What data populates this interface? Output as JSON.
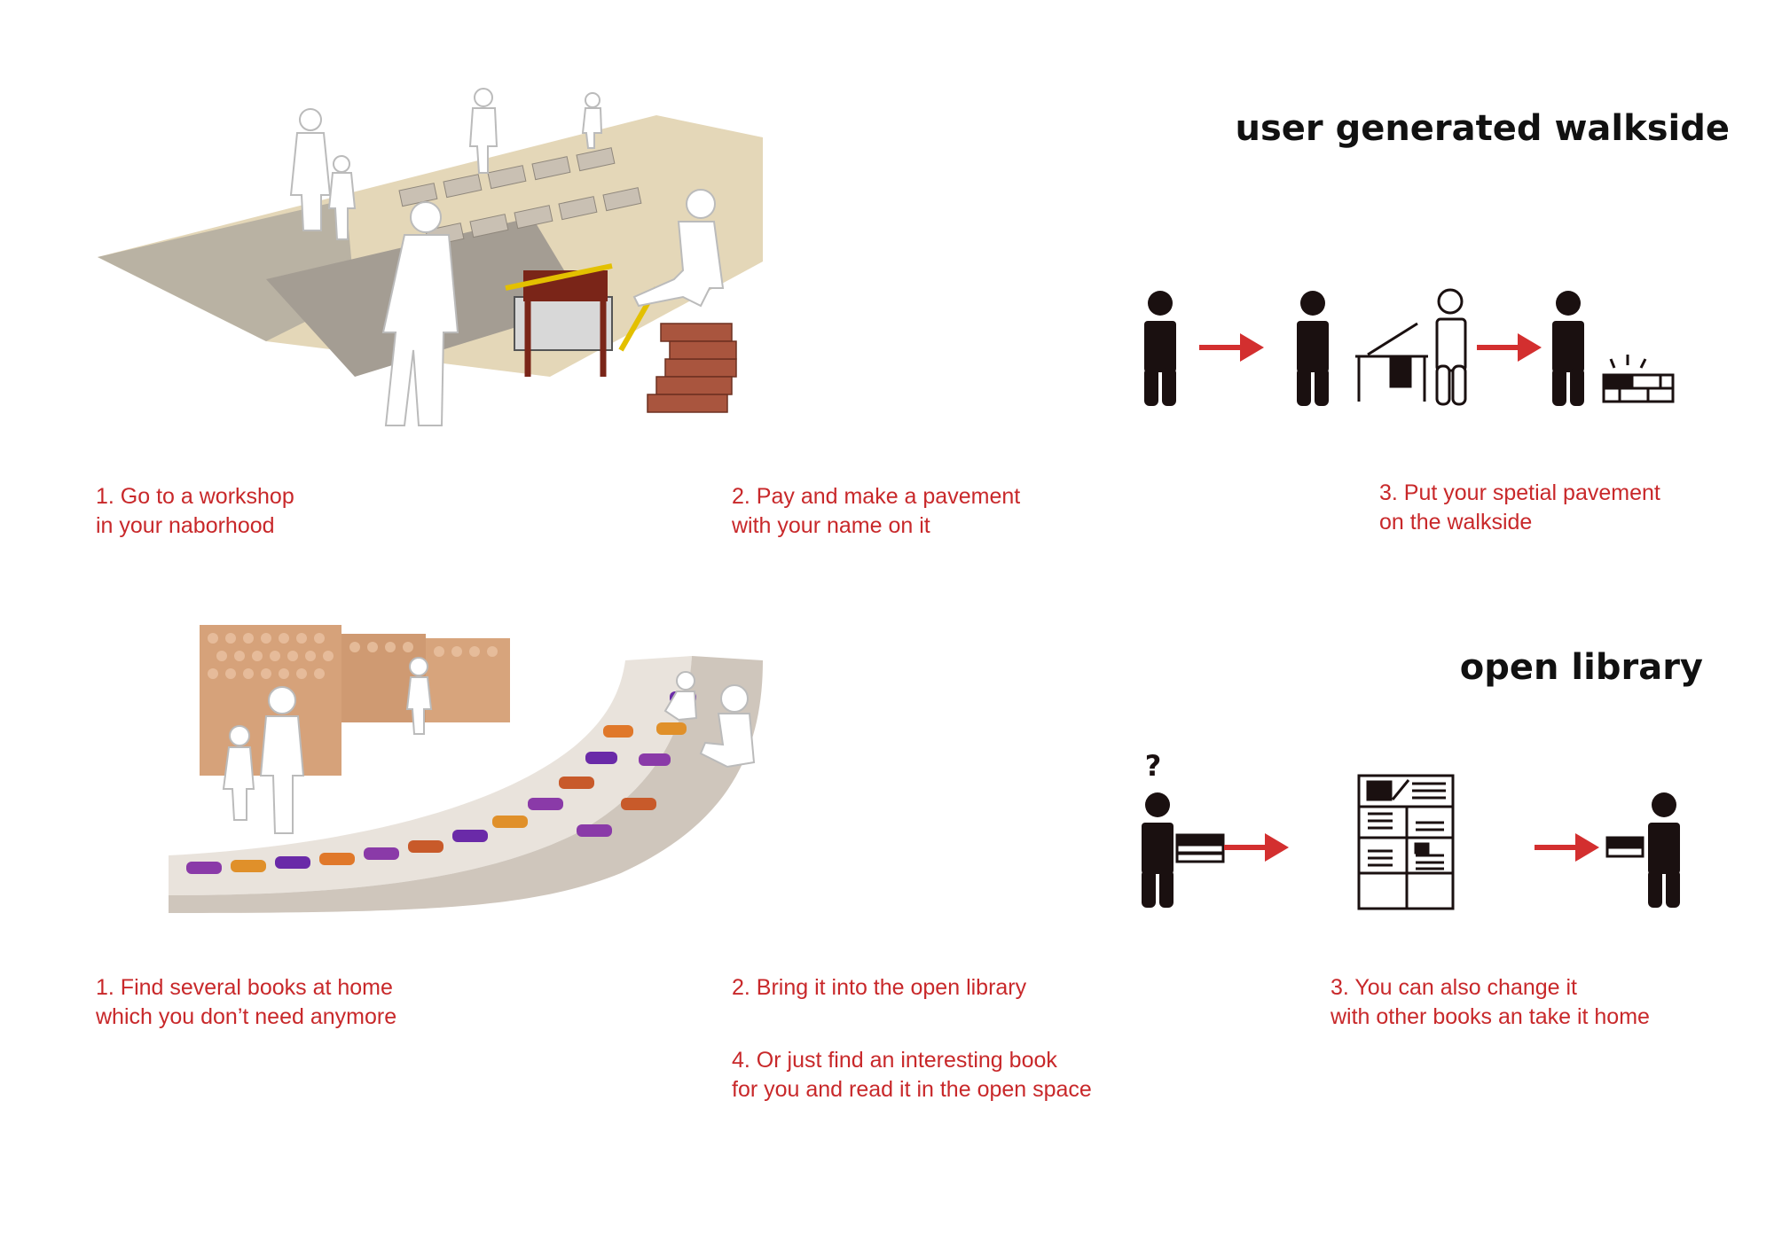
{
  "colors": {
    "accent_red": "#d32f2f",
    "icon_dark": "#1a1010",
    "step_text": "#c8282a",
    "title_text": "#111111"
  },
  "section1": {
    "title": "user generated walkside",
    "steps": [
      {
        "line1": "1. Go to a workshop",
        "line2": "in your naborhood"
      },
      {
        "line1": "2. Pay and make a pavement",
        "line2": "with your name on it"
      },
      {
        "line1": "3. Put your spetial pavement",
        "line2": "on the walkside"
      }
    ],
    "icons": [
      "person-icon",
      "arrow-right-icon",
      "person-icon",
      "workshop-table-icon",
      "worker-outline-icon",
      "arrow-right-icon",
      "person-icon",
      "pavement-bricks-icon"
    ]
  },
  "section2": {
    "title": "open library",
    "question_mark": "?",
    "steps": [
      {
        "line1": "1. Find several books at home",
        "line2": "which you don’t need anymore"
      },
      {
        "line1": "2. Bring it into the open library",
        "line2": ""
      },
      {
        "line1": "3. You can also change it",
        "line2": "with other books an take it home"
      },
      {
        "line1": "4. Or just find an interesting book",
        "line2": "for you and read it in the open space"
      }
    ],
    "icons": [
      "question-mark-icon",
      "person-icon",
      "books-icon",
      "arrow-right-icon",
      "bookshelf-icon",
      "arrow-right-icon",
      "books-icon",
      "person-icon"
    ]
  }
}
